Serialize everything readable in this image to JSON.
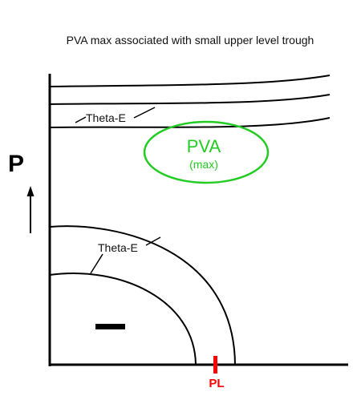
{
  "title": "PVA max associated with small upper level trough",
  "axis": {
    "vertical_label": "P"
  },
  "labels": {
    "theta_e_upper": "Theta-E",
    "theta_e_lower": "Theta-E",
    "pva": "PVA",
    "pva_sub": "(max)",
    "pl": "PL"
  },
  "colors": {
    "pva": "#22cc22",
    "pl": "#ff0000",
    "lines": "#000000"
  },
  "icons": {
    "up_arrow": "up-arrow-icon",
    "minus_symbol": "minus-sign-icon"
  }
}
